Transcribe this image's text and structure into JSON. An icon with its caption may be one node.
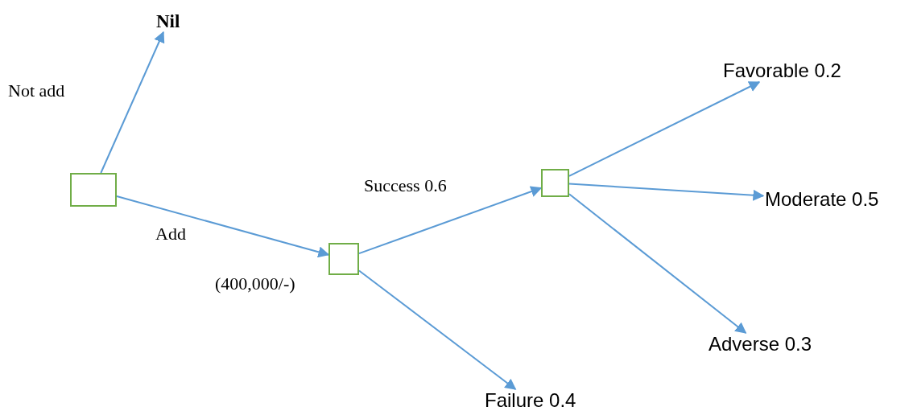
{
  "diagram": {
    "nodes": [
      {
        "text": [],
        "shape": "box"
      },
      {
        "text": [],
        "shape": "box",
        "beside": [
          "(400,000/-)"
        ]
      },
      {
        "text": [],
        "shape": "box"
      },
      {
        "text": [
          "Nil"
        ]
      },
      {
        "text": [
          "Favorable 0.2"
        ]
      },
      {
        "text": [
          "Moderate 0.5"
        ]
      },
      {
        "text": [
          "Adverse 0.3"
        ]
      },
      {
        "text": [
          "Failure 0.4"
        ]
      }
    ],
    "edges": [
      {
        "from": 0,
        "to": 3,
        "arrow": "to",
        "label": "Not add"
      },
      {
        "from": 0,
        "to": 1,
        "arrow": "to",
        "label": "Add"
      },
      {
        "from": 1,
        "to": 2,
        "arrow": "to",
        "label": "Success 0.6"
      },
      {
        "from": 1,
        "to": 7,
        "arrow": "to"
      },
      {
        "from": 2,
        "to": 4,
        "arrow": "to"
      },
      {
        "from": 2,
        "to": 5,
        "arrow": "to"
      },
      {
        "from": 2,
        "to": 6,
        "arrow": "to"
      }
    ]
  }
}
